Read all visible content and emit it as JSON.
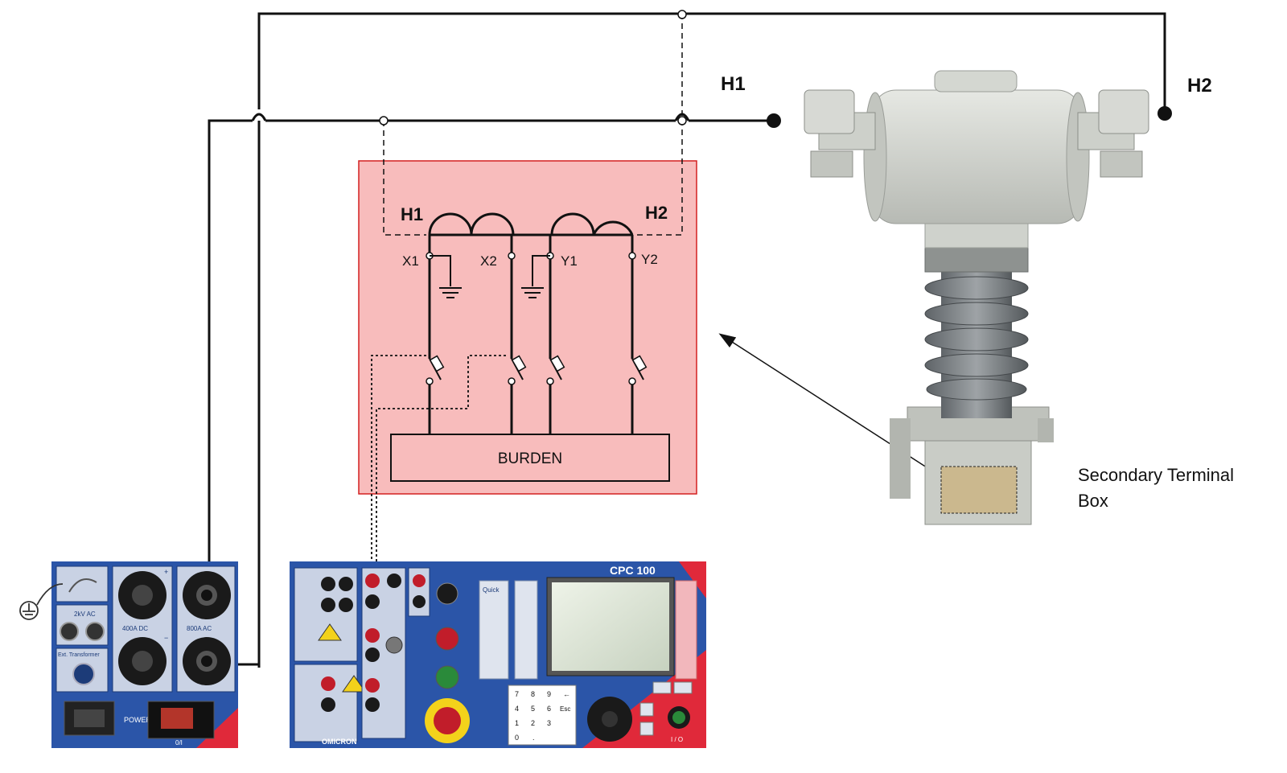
{
  "labels": {
    "h1_outer": "H1",
    "h2_outer": "H2",
    "h1_inner": "H1",
    "h2_inner": "H2",
    "x1": "X1",
    "x2": "X2",
    "y1": "Y1",
    "y2": "Y2",
    "burden": "BURDEN",
    "secondary_terminal_box_line1": "Secondary Terminal",
    "secondary_terminal_box_line2": "Box"
  },
  "current_source": {
    "label_2kv": "2kV AC",
    "label_400a": "400A DC",
    "label_800a": "800A AC",
    "label_ext": "Ext. Transformer",
    "label_power": "POWER",
    "label_switch": "0/I",
    "plus": "+",
    "minus": "−"
  },
  "cpc": {
    "title": "CPC 100",
    "brand": "OMICRON",
    "quick": "Quick",
    "io": "I / O",
    "keypad": [
      "7",
      "8",
      "9",
      "←",
      "4",
      "5",
      "6",
      "Esc",
      "1",
      "2",
      "3",
      "0",
      "."
    ]
  },
  "colors": {
    "wire": "#111111",
    "red_box_fill": "#f8bcbc",
    "red_box_stroke": "#d42020",
    "panel_blue": "#2b55a8",
    "panel_red": "#e0293a",
    "equipment_grey": "#cfd2cc"
  },
  "icons": {
    "ground": "ground-icon",
    "arrow": "arrow-icon"
  }
}
